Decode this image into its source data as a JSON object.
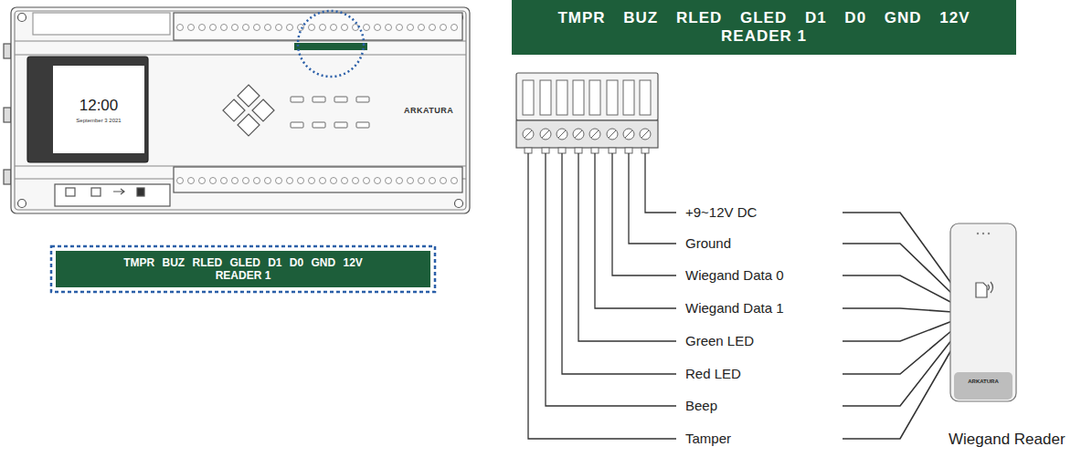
{
  "diagram": {
    "nodes": [
      {
        "text": [
          "ARKATURA"
        ]
      },
      {
        "text": [
          "12:00",
          "September 3 2021"
        ],
        "in": 0
      },
      {
        "text": [
          "TMPR BUZ RLED GLED D1 D0 GND 12V",
          "READER 1"
        ]
      },
      {
        "text": [
          "TMPR BUZ RLED GLED D1 D0 GND 12V",
          "READER 1"
        ]
      },
      {
        "text": [
          "ARKATURA",
          "Wiegand Reader"
        ]
      }
    ],
    "labels": [
      "+9~12V DC",
      "Ground",
      "Wiegand Data 0",
      "Wiegand Data 1",
      "Green LED",
      "Red LED",
      "Beep",
      "Tamper"
    ]
  }
}
